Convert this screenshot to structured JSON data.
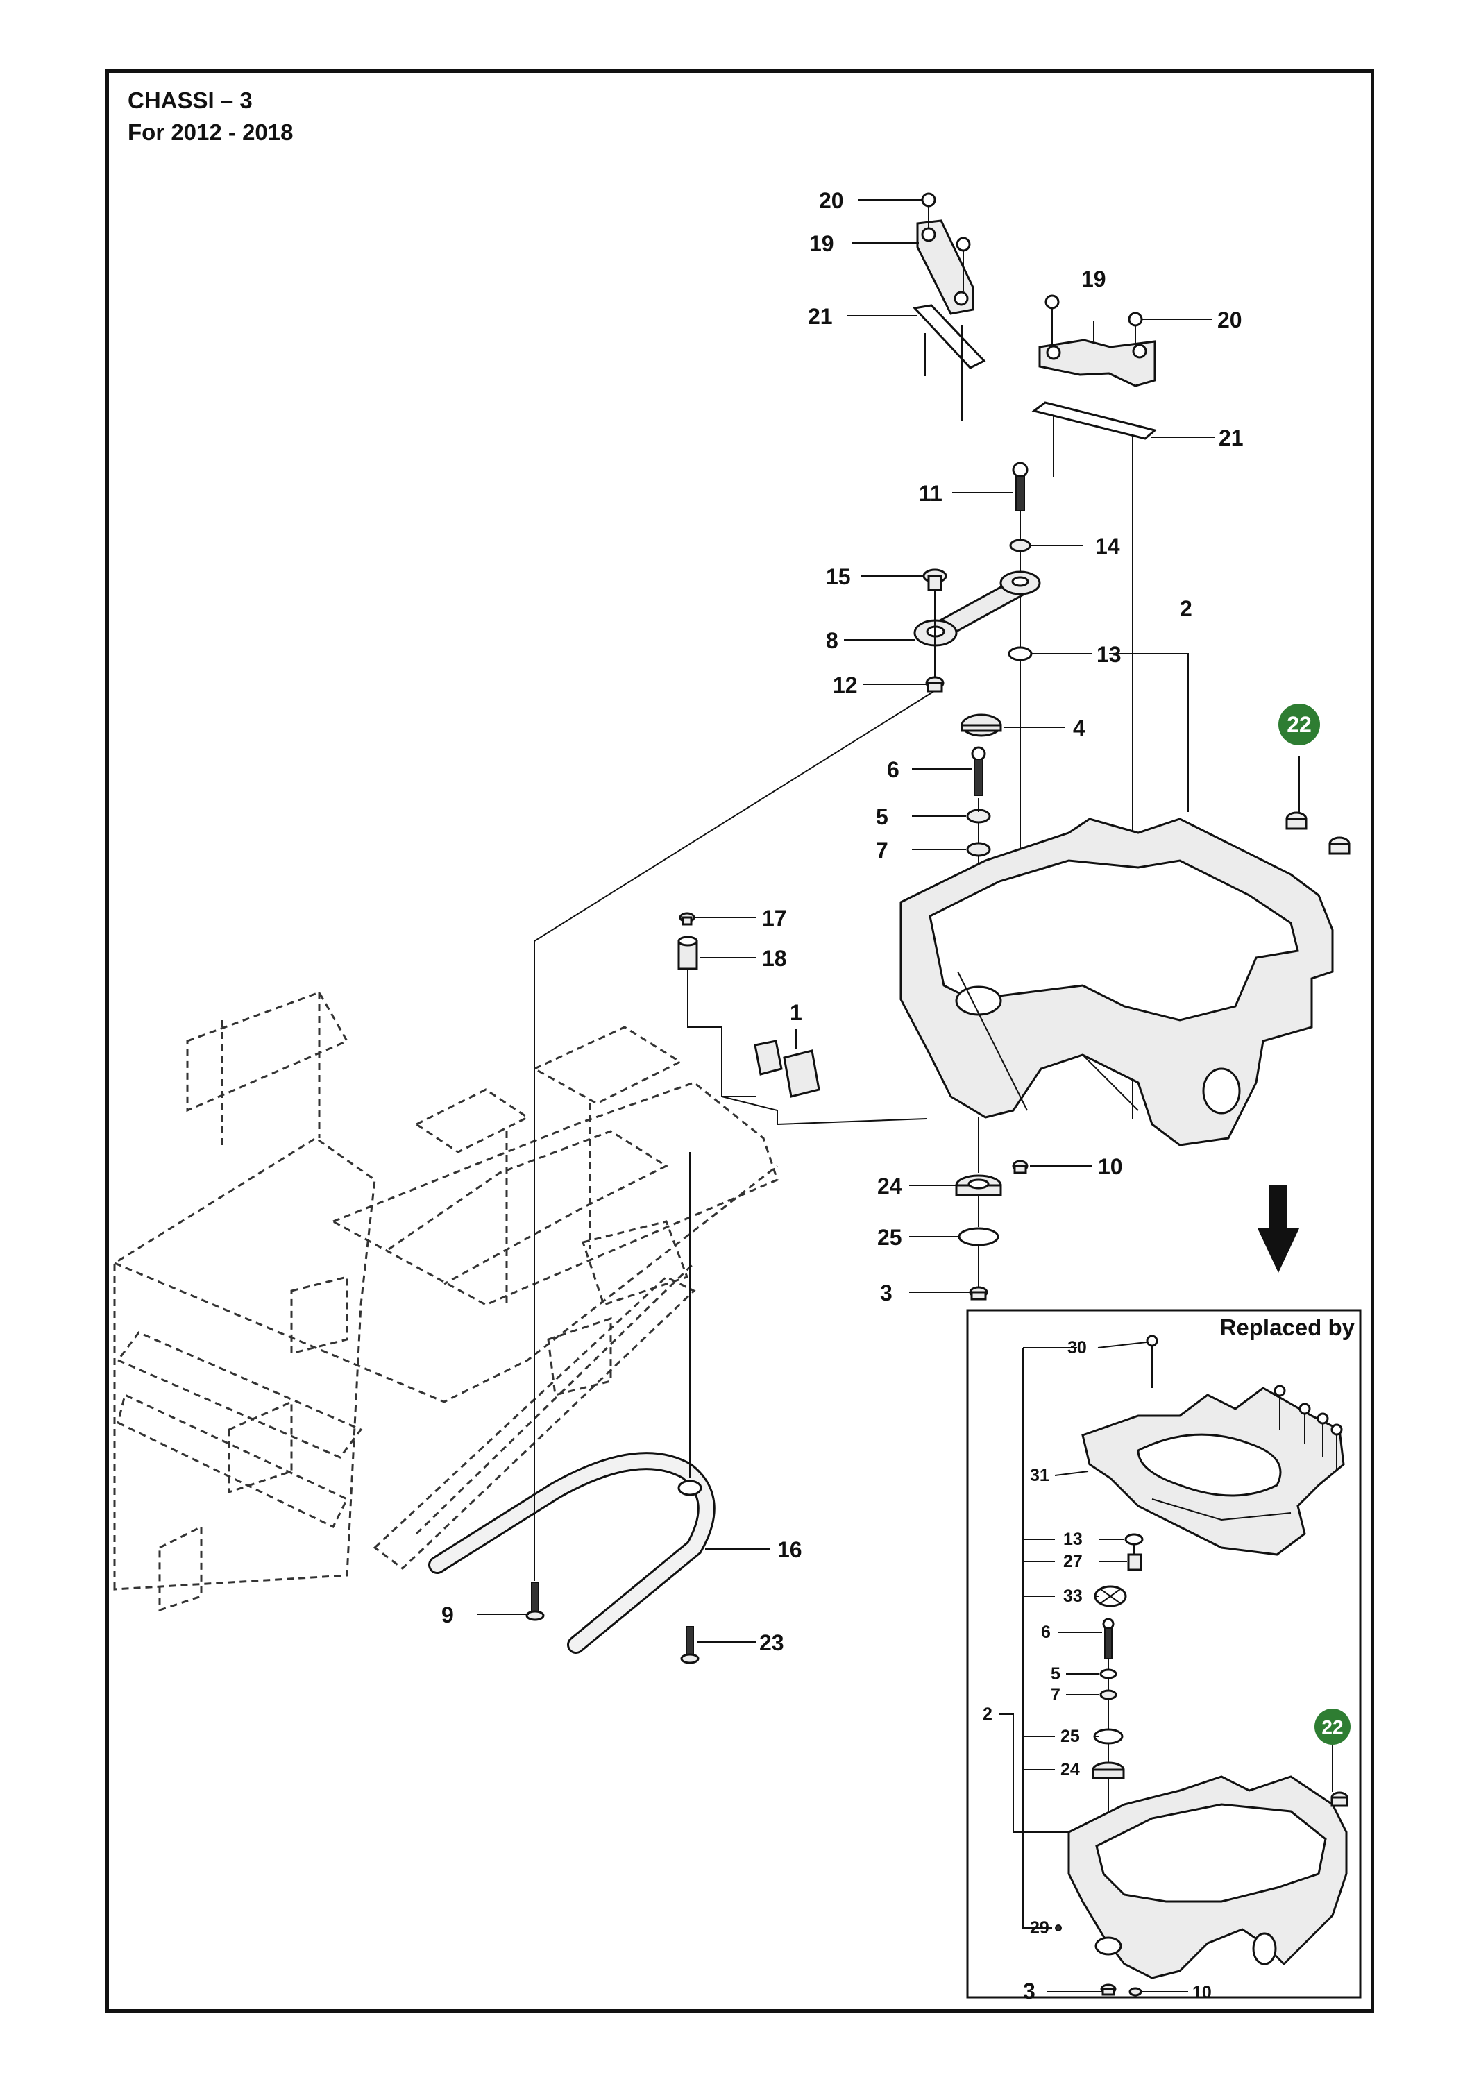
{
  "header": {
    "title": "CHASSI – 3",
    "subtitle": "For 2012 - 2018"
  },
  "inset": {
    "title": "Replaced by"
  },
  "callouts": {
    "c20a": "20",
    "c19a": "19",
    "c21a": "21",
    "c19b": "19",
    "c20b": "20",
    "c21b": "21",
    "c11": "11",
    "c14": "14",
    "c15": "15",
    "c2": "2",
    "c8": "8",
    "c13": "13",
    "c12": "12",
    "c4": "4",
    "c6": "6",
    "c5": "5",
    "c7": "7",
    "c17": "17",
    "c18": "18",
    "c1": "1",
    "c24": "24",
    "c10": "10",
    "c25": "25",
    "c3": "3",
    "c16": "16",
    "c9": "9",
    "c23": "23",
    "badge22": "22"
  },
  "inset_callouts": {
    "i30": "30",
    "i31": "31",
    "i13": "13",
    "i27": "27",
    "i33": "33",
    "i6": "6",
    "i5": "5",
    "i7": "7",
    "i2": "2",
    "i25": "25",
    "i24": "24",
    "i29": "29",
    "i3": "3",
    "i10": "10",
    "badge22": "22"
  },
  "colors": {
    "badge": "#2e7d32",
    "line": "#111111"
  },
  "icons": {
    "replacement_arrow": "down-arrow-icon"
  }
}
